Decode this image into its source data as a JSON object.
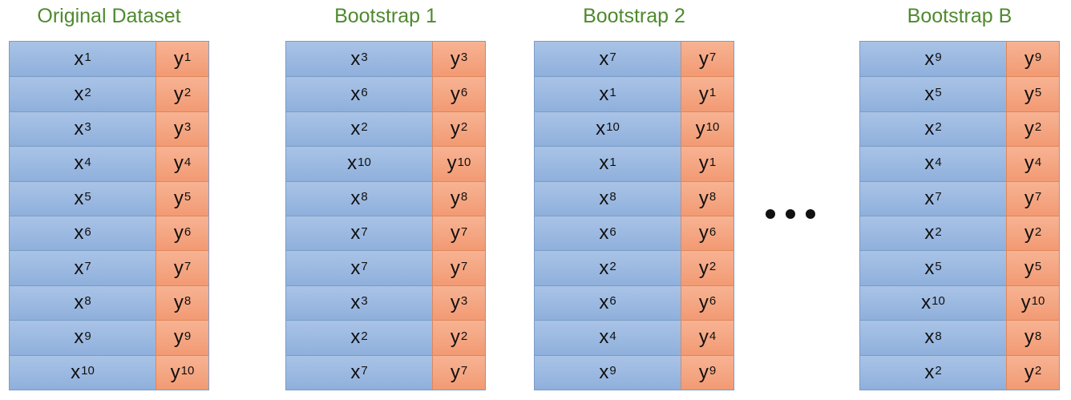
{
  "colors": {
    "title": "#4f8a2e",
    "x_column": "#9ebbe3",
    "y_column": "#f5a883",
    "x_border": "#7b9cc6",
    "y_border": "#e0865a"
  },
  "ellipsis_icon": "horizontal-ellipsis-icon",
  "datasets": [
    {
      "title": "Original Dataset",
      "rows": [
        {
          "x": "x",
          "x_sup": "1",
          "y": "y",
          "y_sup": "1"
        },
        {
          "x": "x",
          "x_sup": "2",
          "y": "y",
          "y_sup": "2"
        },
        {
          "x": "x",
          "x_sup": "3",
          "y": "y",
          "y_sup": "3"
        },
        {
          "x": "x",
          "x_sup": "4",
          "y": "y",
          "y_sup": "4"
        },
        {
          "x": "x",
          "x_sup": "5",
          "y": "y",
          "y_sup": "5"
        },
        {
          "x": "x",
          "x_sup": "6",
          "y": "y",
          "y_sup": "6"
        },
        {
          "x": "x",
          "x_sup": "7",
          "y": "y",
          "y_sup": "7"
        },
        {
          "x": "x",
          "x_sup": "8",
          "y": "y",
          "y_sup": "8"
        },
        {
          "x": "x",
          "x_sup": "9",
          "y": "y",
          "y_sup": "9"
        },
        {
          "x": "x",
          "x_sup": "10",
          "y": "y",
          "y_sup": "10"
        }
      ]
    },
    {
      "title": "Bootstrap 1",
      "rows": [
        {
          "x": "x",
          "x_sup": "3",
          "y": "y",
          "y_sup": "3"
        },
        {
          "x": "x",
          "x_sup": "6",
          "y": "y",
          "y_sup": "6"
        },
        {
          "x": "x",
          "x_sup": "2",
          "y": "y",
          "y_sup": "2"
        },
        {
          "x": "x",
          "x_sup": "10",
          "y": "y",
          "y_sup": "10"
        },
        {
          "x": "x",
          "x_sup": "8",
          "y": "y",
          "y_sup": "8"
        },
        {
          "x": "x",
          "x_sup": "7",
          "y": "y",
          "y_sup": "7"
        },
        {
          "x": "x",
          "x_sup": "7",
          "y": "y",
          "y_sup": "7"
        },
        {
          "x": "x",
          "x_sup": "3",
          "y": "y",
          "y_sup": "3"
        },
        {
          "x": "x",
          "x_sup": "2",
          "y": "y",
          "y_sup": "2"
        },
        {
          "x": "x",
          "x_sup": "7",
          "y": "y",
          "y_sup": "7"
        }
      ]
    },
    {
      "title": "Bootstrap 2",
      "rows": [
        {
          "x": "x",
          "x_sup": "7",
          "y": "y",
          "y_sup": "7"
        },
        {
          "x": "x",
          "x_sup": "1",
          "y": "y",
          "y_sup": "1"
        },
        {
          "x": "x",
          "x_sup": "10",
          "y": "y",
          "y_sup": "10"
        },
        {
          "x": "x",
          "x_sup": "1",
          "y": "y",
          "y_sup": "1"
        },
        {
          "x": "x",
          "x_sup": "8",
          "y": "y",
          "y_sup": "8"
        },
        {
          "x": "x",
          "x_sup": "6",
          "y": "y",
          "y_sup": "6"
        },
        {
          "x": "x",
          "x_sup": "2",
          "y": "y",
          "y_sup": "2"
        },
        {
          "x": "x",
          "x_sup": "6",
          "y": "y",
          "y_sup": "6"
        },
        {
          "x": "x",
          "x_sup": "4",
          "y": "y",
          "y_sup": "4"
        },
        {
          "x": "x",
          "x_sup": "9",
          "y": "y",
          "y_sup": "9"
        }
      ]
    },
    {
      "title": "Bootstrap B",
      "rows": [
        {
          "x": "x",
          "x_sup": "9",
          "y": "y",
          "y_sup": "9"
        },
        {
          "x": "x",
          "x_sup": "5",
          "y": "y",
          "y_sup": "5"
        },
        {
          "x": "x",
          "x_sup": "2",
          "y": "y",
          "y_sup": "2"
        },
        {
          "x": "x",
          "x_sup": "4",
          "y": "y",
          "y_sup": "4"
        },
        {
          "x": "x",
          "x_sup": "7",
          "y": "y",
          "y_sup": "7"
        },
        {
          "x": "x",
          "x_sup": "2",
          "y": "y",
          "y_sup": "2"
        },
        {
          "x": "x",
          "x_sup": "5",
          "y": "y",
          "y_sup": "5"
        },
        {
          "x": "x",
          "x_sup": "10",
          "y": "y",
          "y_sup": "10"
        },
        {
          "x": "x",
          "x_sup": "8",
          "y": "y",
          "y_sup": "8"
        },
        {
          "x": "x",
          "x_sup": "2",
          "y": "y",
          "y_sup": "2"
        }
      ]
    }
  ]
}
